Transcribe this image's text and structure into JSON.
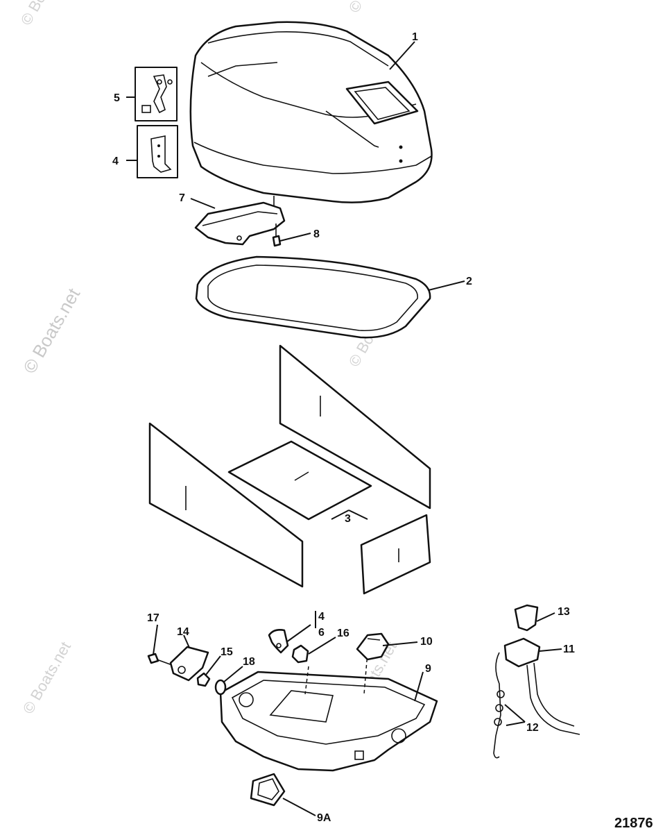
{
  "watermark": {
    "text": "© Boats.net"
  },
  "callouts": {
    "p1": "1",
    "p2": "2",
    "p3": "3",
    "p4_top": "4",
    "p5": "5",
    "p7": "7",
    "p8": "8",
    "p17": "17",
    "p14": "14",
    "p15": "15",
    "p18": "18",
    "p4_bottom": "4",
    "p6": "6",
    "p16": "16",
    "p10": "10",
    "p9": "9",
    "p9a": "9A",
    "p13": "13",
    "p11": "11",
    "p12": "12"
  },
  "figure_number": "21876"
}
